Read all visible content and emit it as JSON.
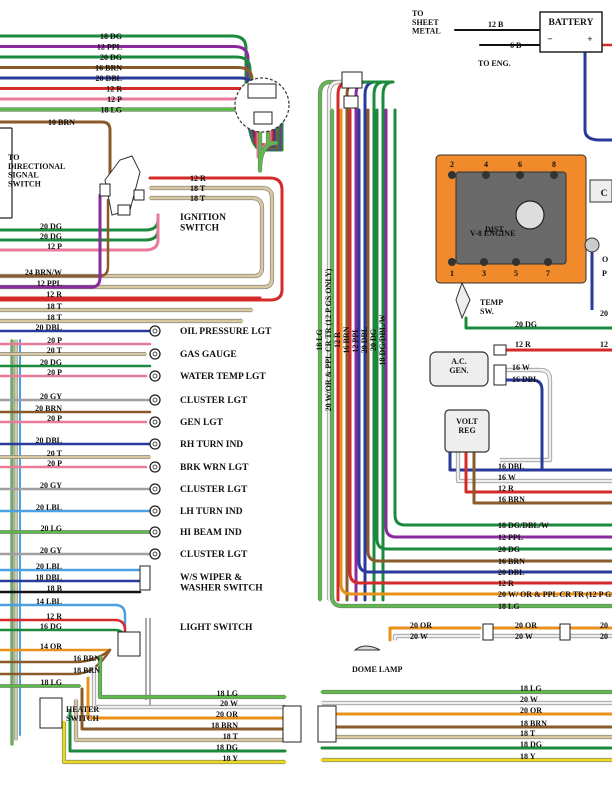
{
  "colors": {
    "DG": "#1c8a3c",
    "PPL": "#8a2a9c",
    "BRN": "#8b5a2b",
    "DBL": "#2a3a9c",
    "R": "#d42a2a",
    "LG": "#5dbb4a",
    "T": "#d8c8a0",
    "P": "#e87a9a",
    "GY": "#a0a0a0",
    "W": "#eeeeee",
    "OR": "#e8901a",
    "Y": "#e8d820",
    "LBL": "#4aa0e0",
    "B": "#111111",
    "engine": "#f08a2a",
    "engine_body": "#6a6a6a"
  },
  "top_left_wires": [
    {
      "label": "18 DG",
      "c": "DG"
    },
    {
      "label": "12 PPL",
      "c": "PPL"
    },
    {
      "label": "20 DG",
      "c": "DG"
    },
    {
      "label": "16 BRN",
      "c": "BRN"
    },
    {
      "label": "20 DBL",
      "c": "DBL"
    },
    {
      "label": "12 R",
      "c": "R"
    },
    {
      "label": "12 P",
      "c": "P"
    },
    {
      "label": "18 LG",
      "c": "LG"
    }
  ],
  "directional": {
    "title": "TO\nDIRECTIONAL\nSIGNAL\nSWITCH",
    "wire_10brn": "10 BRN"
  },
  "ignition": {
    "label": "IGNITION\nSWITCH",
    "w12r": "12 R",
    "w18t1": "18 T",
    "w18t2": "18 T"
  },
  "mid_wires": [
    {
      "label": "20 DG",
      "c": "DG"
    },
    {
      "label": "20 DG",
      "c": "DG"
    },
    {
      "label": "12 P",
      "c": "P"
    },
    {
      "label": "24 BRN/W",
      "c": "BRN"
    },
    {
      "label": "12 PPL",
      "c": "PPL"
    },
    {
      "label": "12 R",
      "c": "R"
    },
    {
      "label": "18 T",
      "c": "T"
    },
    {
      "label": "18 T",
      "c": "T"
    }
  ],
  "instruments": [
    {
      "wires": [
        "20 DBL"
      ],
      "cs": [
        "DBL"
      ],
      "label": "OIL PRESSURE LGT"
    },
    {
      "wires": [
        "20 P",
        "20 T"
      ],
      "cs": [
        "P",
        "T"
      ],
      "label": "GAS GAUGE"
    },
    {
      "wires": [
        "20 DG",
        "20 P"
      ],
      "cs": [
        "DG",
        "P"
      ],
      "label": "WATER TEMP LGT"
    },
    {
      "wires": [
        "20 GY"
      ],
      "cs": [
        "GY"
      ],
      "label": "CLUSTER LGT"
    },
    {
      "wires": [
        "20 BRN",
        "20 P"
      ],
      "cs": [
        "BRN",
        "P"
      ],
      "label": "GEN LGT"
    },
    {
      "wires": [
        "20 DBL"
      ],
      "cs": [
        "DBL"
      ],
      "label": "RH TURN IND"
    },
    {
      "wires": [
        "20 T",
        "20 P"
      ],
      "cs": [
        "T",
        "P"
      ],
      "label": "BRK WRN LGT"
    },
    {
      "wires": [
        "20 GY"
      ],
      "cs": [
        "GY"
      ],
      "label": "CLUSTER LGT"
    },
    {
      "wires": [
        "20 LBL"
      ],
      "cs": [
        "LBL"
      ],
      "label": "LH TURN IND"
    },
    {
      "wires": [
        "20 LG"
      ],
      "cs": [
        "LG"
      ],
      "label": "HI BEAM IND"
    },
    {
      "wires": [
        "20 GY"
      ],
      "cs": [
        "GY"
      ],
      "label": "CLUSTER LGT"
    }
  ],
  "wiper": {
    "label": "W/S WIPER &\nWASHER SWITCH",
    "wires": [
      {
        "label": "20 LBL",
        "c": "LBL"
      },
      {
        "label": "18 DBL",
        "c": "DBL"
      },
      {
        "label": "18 B",
        "c": "B"
      }
    ]
  },
  "light_switch": {
    "label": "LIGHT SWITCH",
    "wires": [
      {
        "label": "14 LBL",
        "c": "LBL"
      },
      {
        "label": "12 R",
        "c": "R"
      },
      {
        "label": "16 DG",
        "c": "DG"
      },
      {
        "label": "14 OR",
        "c": "OR"
      },
      {
        "label": "16 BRN",
        "c": "BRN"
      },
      {
        "label": "18 BRN",
        "c": "BRN"
      },
      {
        "label": "18 LG",
        "c": "LG"
      }
    ]
  },
  "heater_switch": "HEATER\nSWITCH",
  "bottom_wires": [
    {
      "label": "18 LG",
      "c": "LG"
    },
    {
      "label": "20 W",
      "c": "W"
    },
    {
      "label": "20 OR",
      "c": "OR"
    },
    {
      "label": "18 BRN",
      "c": "BRN"
    },
    {
      "label": "18 T",
      "c": "T"
    },
    {
      "label": "18 DG",
      "c": "DG"
    },
    {
      "label": "18 Y",
      "c": "Y"
    }
  ],
  "vertical_harness": [
    "18 LG",
    "20 W/OR & PPL CR TR (12 P GS ONLY)",
    "12 R",
    "16 BRN",
    "12 PPL",
    "20 DBL",
    "20 DG",
    "18 DG/DBL/W"
  ],
  "battery": {
    "label": "BATTERY",
    "neg": "−",
    "pos": "+",
    "sheet_metal": "TO\nSHEET\nMETAL",
    "w12b": "12 B",
    "w6b": "6 B",
    "to_eng": "TO ENG."
  },
  "engine": {
    "top_pins": [
      "2",
      "4",
      "6",
      "8"
    ],
    "bottom_pins": [
      "1",
      "3",
      "5",
      "7"
    ],
    "dist": "DIST",
    "label": "V-8 ENGINE",
    "temp_sw": "TEMP\nSW.",
    "side_o": "O",
    "side_p": "P",
    "w20": "20",
    "w20dg": "20 DG",
    "wc": "C"
  },
  "ac_gen": {
    "label": "A.C.\nGEN.",
    "w12r": "12 R",
    "w16w": "16 W",
    "w16dbl": "16 DBL",
    "w12": "12"
  },
  "volt_reg": {
    "label": "VOLT\nREG",
    "wires": [
      "16 DBL",
      "16 W",
      "12 R",
      "16 BRN"
    ]
  },
  "right_harness": [
    {
      "label": "18 DG/DBL/W",
      "c": "DG"
    },
    {
      "label": "12 PPL",
      "c": "PPL"
    },
    {
      "label": "20 DG",
      "c": "DG"
    },
    {
      "label": "16 BRN",
      "c": "BRN"
    },
    {
      "label": "20 DBL",
      "c": "DBL"
    },
    {
      "label": "12 R",
      "c": "R"
    },
    {
      "label": "20 W/ OR & PPL CR TR (12 P GS ONLY)",
      "c": "OR"
    },
    {
      "label": "18 LG",
      "c": "LG"
    }
  ],
  "dome": {
    "label": "DOME LAMP",
    "w1": "20 OR",
    "w2": "20 W",
    "w3": "20 OR",
    "w4": "20 W",
    "w5": "20",
    "w6": "20"
  },
  "right_bottom_wires": [
    {
      "label": "18 LG",
      "c": "LG"
    },
    {
      "label": "20 W",
      "c": "W"
    },
    {
      "label": "20 OR",
      "c": "OR"
    },
    {
      "label": "18 BRN",
      "c": "BRN"
    },
    {
      "label": "18 T",
      "c": "T"
    },
    {
      "label": "18 DG",
      "c": "DG"
    },
    {
      "label": "18 Y",
      "c": "Y"
    }
  ]
}
